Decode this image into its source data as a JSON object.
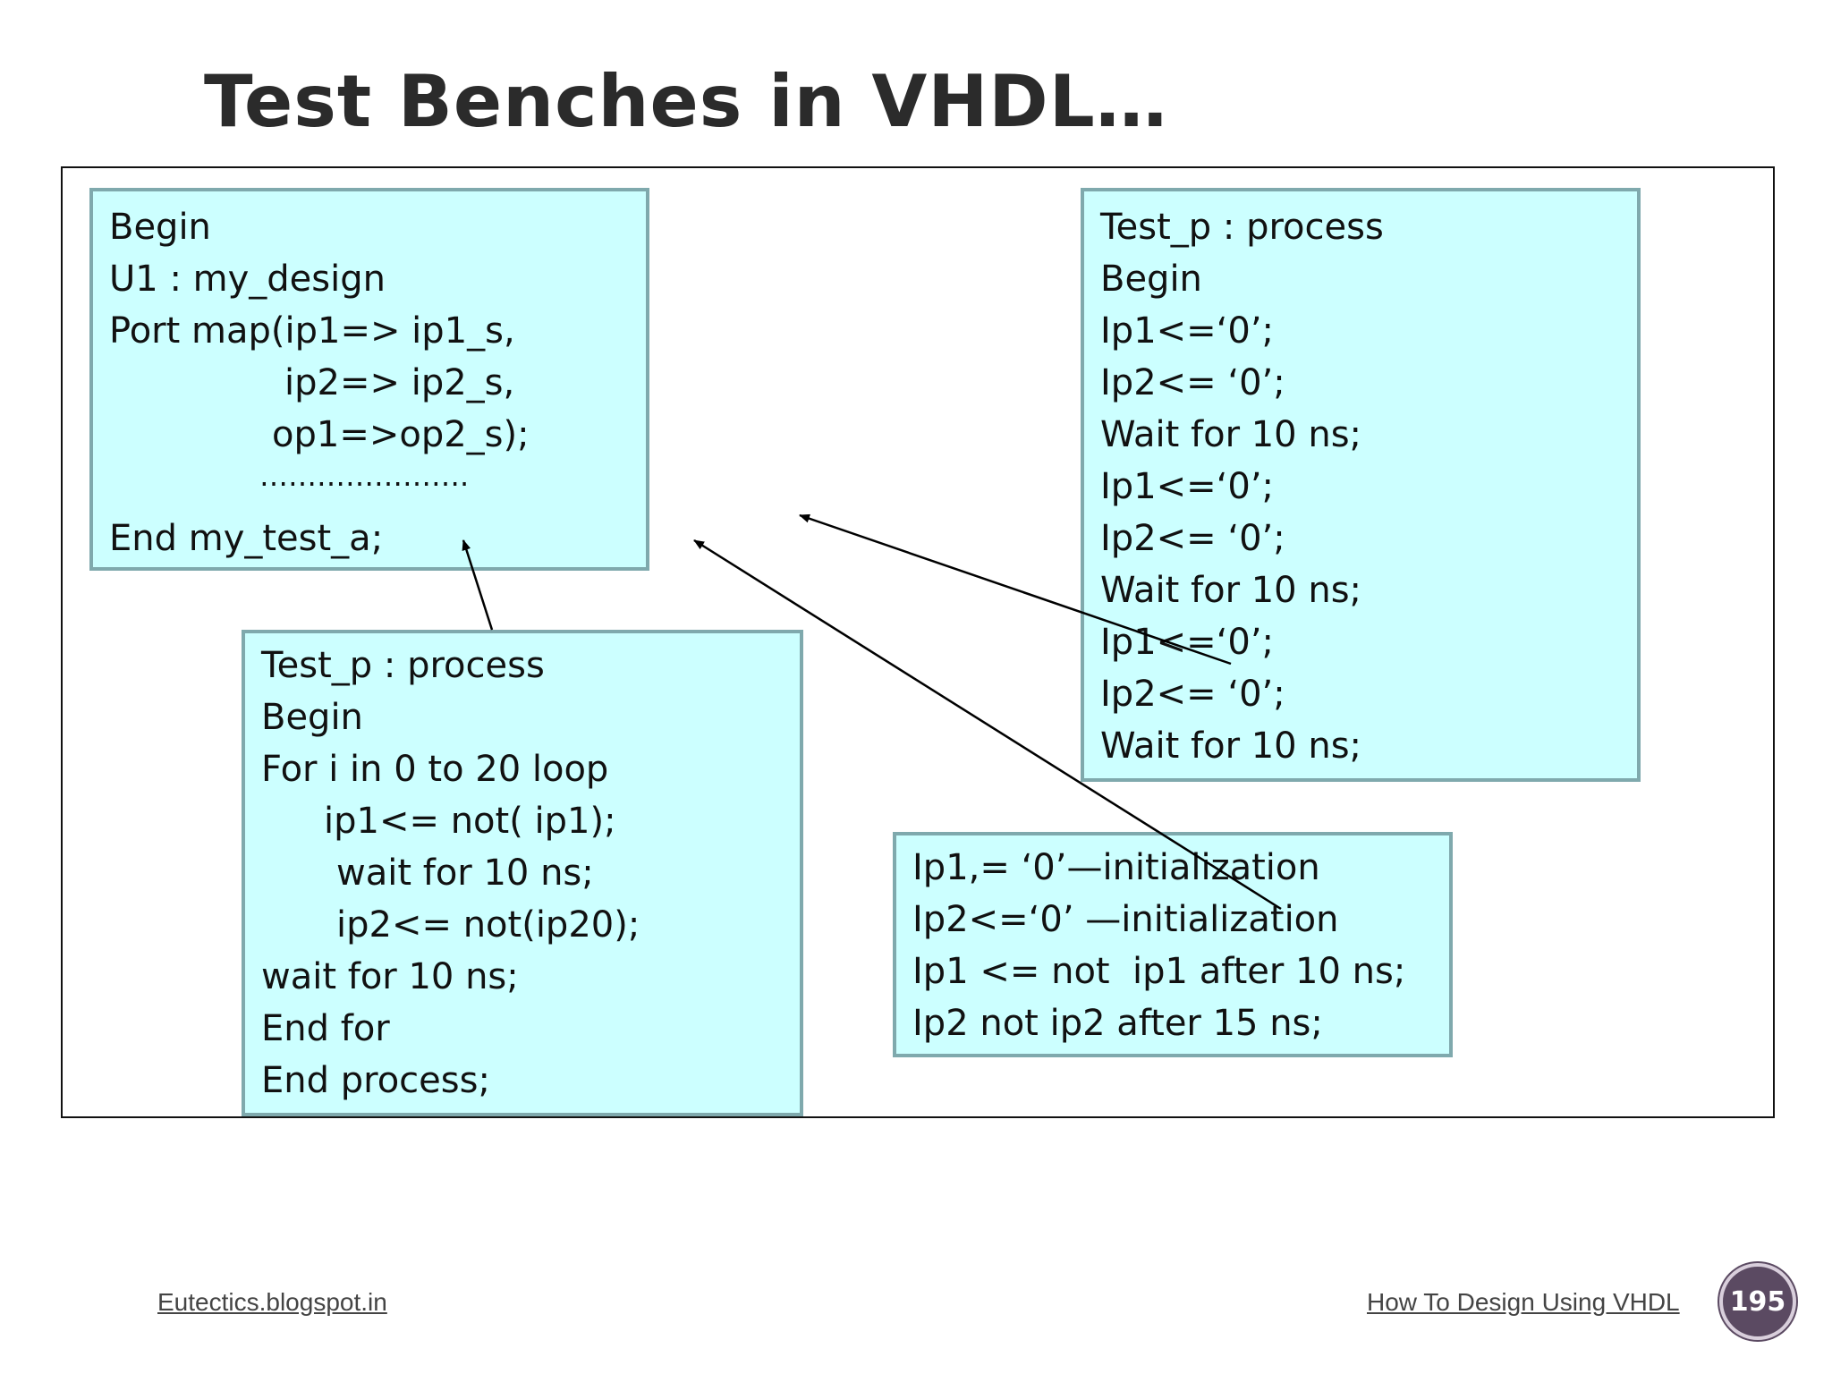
{
  "slide": {
    "title": "Test Benches in VHDL…"
  },
  "box_top_left": {
    "lines": [
      "Begin",
      "U1 : my_design",
      "Port map(ip1=> ip1_s,",
      "ip2=> ip2_s,",
      "op1=>op2_s);",
      "………………….",
      "End my_test_a;"
    ]
  },
  "box_top_right": {
    "lines": [
      "Test_p : process",
      "Begin",
      "Ip1<=‘0’;",
      "Ip2<= ‘0’;",
      "Wait for 10 ns;",
      "Ip1<=‘0’;",
      "Ip2<= ‘0’;",
      "Wait for 10 ns;",
      "Ip1<=‘0’;",
      "Ip2<= ‘0’;",
      "Wait for 10 ns;"
    ]
  },
  "box_bottom_left": {
    "lines": [
      "Test_p : process",
      "Begin",
      "For i in 0 to 20 loop",
      "ip1<= not( ip1);",
      "wait for 10 ns;",
      "ip2<= not(ip20);",
      "wait for 10 ns;",
      "End for",
      "End process;"
    ]
  },
  "box_bottom_right": {
    "lines": [
      "Ip1,= ‘0’—initialization",
      "Ip2<=‘0’ —initialization",
      "Ip1 <= not  ip1 after 10 ns;",
      "Ip2 not ip2 after 15 ns;"
    ]
  },
  "footer": {
    "left_link": "Eutectics.blogspot.in",
    "right_link": "How To Design Using VHDL",
    "page_number": "195"
  }
}
